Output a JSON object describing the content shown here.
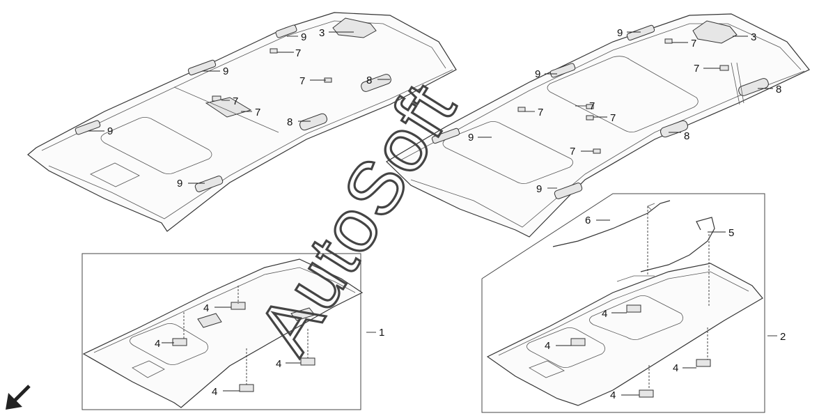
{
  "watermark": "AutoSoft",
  "callouts": {
    "c1": "1",
    "c2": "2",
    "c3": "3",
    "c4": "4",
    "c5": "5",
    "c6": "6",
    "c7": "7",
    "c8": "8",
    "c9": "9"
  },
  "direction_arrow_icon": "arrow-down-left-icon"
}
